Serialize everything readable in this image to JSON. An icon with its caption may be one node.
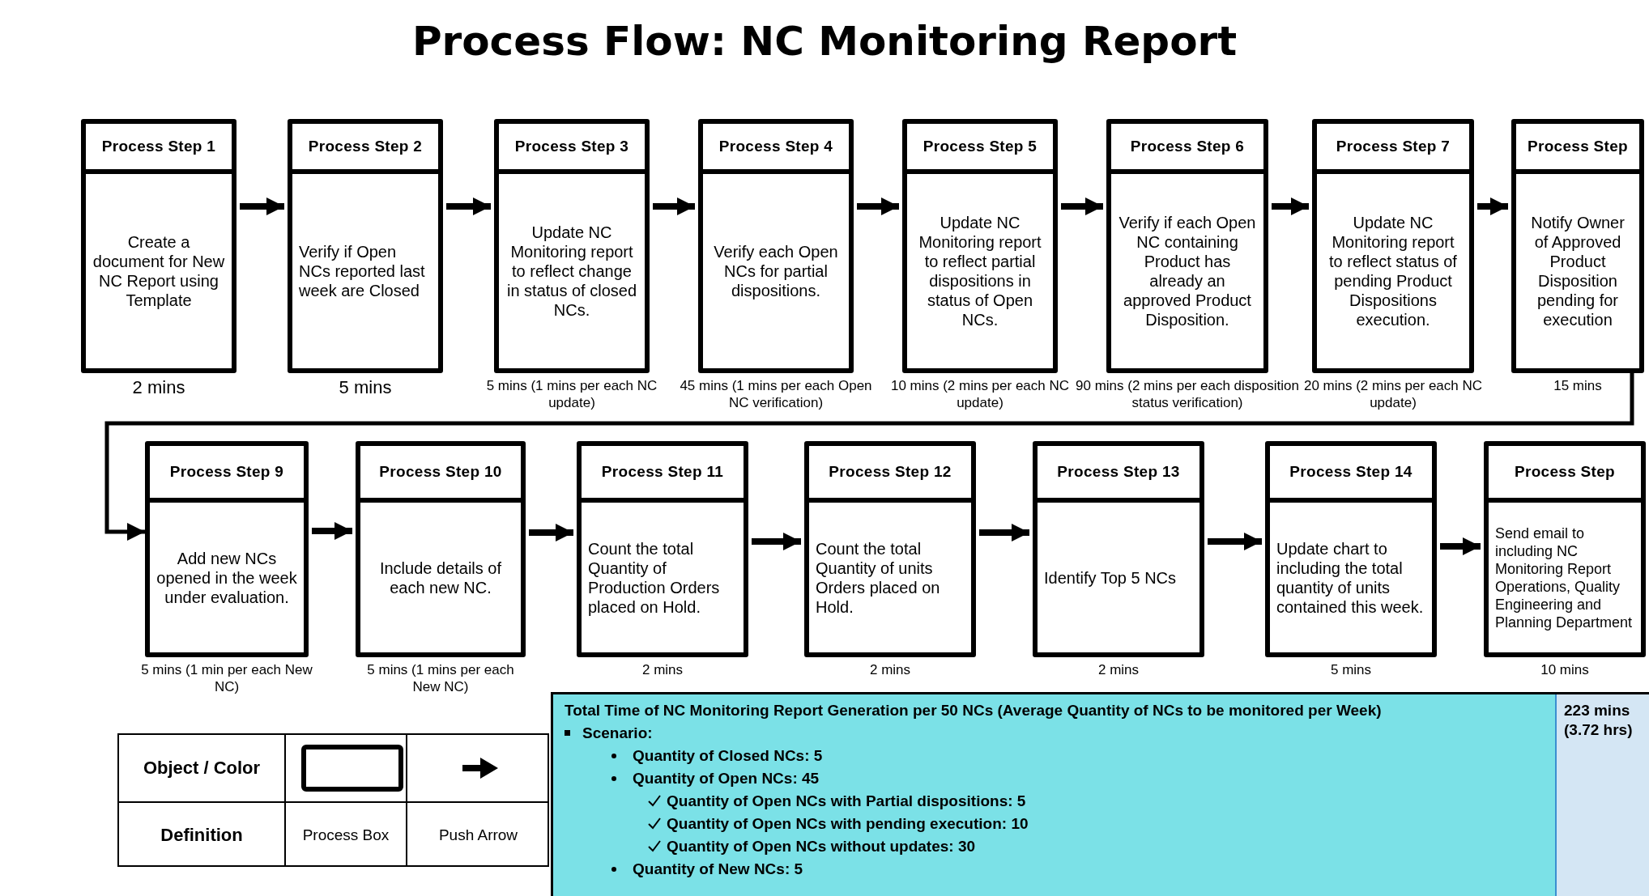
{
  "diagram": {
    "title": "Process Flow: NC Monitoring Report",
    "nodes": [
      {
        "text": [
          "Process Step 1",
          "Create a document for New NC Report using Template"
        ],
        "beside": [
          "2 mins"
        ]
      },
      {
        "text": [
          "Process Step 2",
          "Verify if Open NCs reported last week  are Closed"
        ],
        "beside": [
          "5 mins"
        ]
      },
      {
        "text": [
          "Process Step 3",
          "Update NC Monitoring report to reflect change in status of closed NCs."
        ],
        "beside": [
          "5 mins (1 mins per each NC update)"
        ]
      },
      {
        "text": [
          "Process Step 4",
          "Verify each Open NCs for partial dispositions."
        ],
        "beside": [
          "45 mins (1 mins per each Open NC verification)"
        ]
      },
      {
        "text": [
          "Process Step 5",
          "Update NC Monitoring report to reflect partial dispositions in status of Open NCs."
        ],
        "beside": [
          "10 mins (2 mins per each NC update)"
        ]
      },
      {
        "text": [
          "Process Step 6",
          "Verify if each Open NC containing Product has already an approved Product Disposition."
        ],
        "beside": [
          "90 mins (2 mins per each disposition status verification)"
        ]
      },
      {
        "text": [
          "Process Step 7",
          "Update NC Monitoring report to reflect status of pending Product Dispositions execution."
        ],
        "beside": [
          "20 mins (2 mins per each NC update)"
        ]
      },
      {
        "text": [
          "Process Step",
          "Notify Owner of Approved Product Disposition pending for execution"
        ],
        "beside": [
          "15 mins"
        ]
      },
      {
        "text": [
          "Process Step 9",
          "Add new NCs opened in the week under evaluation."
        ],
        "beside": [
          "5 mins (1 min per each New NC)"
        ]
      },
      {
        "text": [
          "Process Step 10",
          "Include details of each new NC."
        ],
        "beside": [
          "5 mins (1 mins per each New NC)"
        ]
      },
      {
        "text": [
          "Process Step 11",
          "Count the total Quantity of Production Orders placed on Hold."
        ],
        "beside": [
          "2 mins"
        ]
      },
      {
        "text": [
          "Process Step 12",
          "Count the total Quantity of units Orders placed on Hold."
        ],
        "beside": [
          "2 mins"
        ]
      },
      {
        "text": [
          "Process Step 13",
          "Identify Top 5 NCs"
        ],
        "beside": [
          "2 mins"
        ]
      },
      {
        "text": [
          "Process Step 14",
          "Update chart to including the total quantity of units contained this week."
        ],
        "beside": [
          "5 mins"
        ]
      },
      {
        "text": [
          "Process Step",
          "Send email to including NC Monitoring Report Operations, Quality Engineering and Planning Department"
        ],
        "beside": [
          "10 mins"
        ]
      }
    ],
    "edges": [
      {
        "from": 0,
        "to": 1,
        "arrow": "to"
      },
      {
        "from": 1,
        "to": 2,
        "arrow": "to"
      },
      {
        "from": 2,
        "to": 3,
        "arrow": "to"
      },
      {
        "from": 3,
        "to": 4,
        "arrow": "to"
      },
      {
        "from": 4,
        "to": 5,
        "arrow": "to"
      },
      {
        "from": 5,
        "to": 6,
        "arrow": "to"
      },
      {
        "from": 6,
        "to": 7,
        "arrow": "to"
      },
      {
        "from": 7,
        "to": 8,
        "arrow": "to"
      },
      {
        "from": 8,
        "to": 9,
        "arrow": "to"
      },
      {
        "from": 9,
        "to": 10,
        "arrow": "to"
      },
      {
        "from": 10,
        "to": 11,
        "arrow": "to"
      },
      {
        "from": 11,
        "to": 12,
        "arrow": "to"
      },
      {
        "from": 12,
        "to": 13,
        "arrow": "to"
      },
      {
        "from": 13,
        "to": 14,
        "arrow": "to"
      }
    ],
    "labels": [
      "Object / Color",
      "Definition",
      "Total Time of NC Monitoring Report Generation per 50 NCs (Average Quantity of NCs to be monitored per Week)",
      "Scenario:",
      "Quantity of Closed NCs: 5",
      "Quantity of Open NCs: 45",
      "Quantity of Open NCs with Partial dispositions: 5",
      "Quantity of Open NCs with pending execution: 10",
      "Quantity of Open NCs without updates: 30",
      "Quantity of New NCs: 5",
      "223 mins (3.72 hrs)"
    ],
    "legend": [
      {
        "text": "Process Box"
      },
      {
        "text": "Push Arrow"
      }
    ]
  }
}
